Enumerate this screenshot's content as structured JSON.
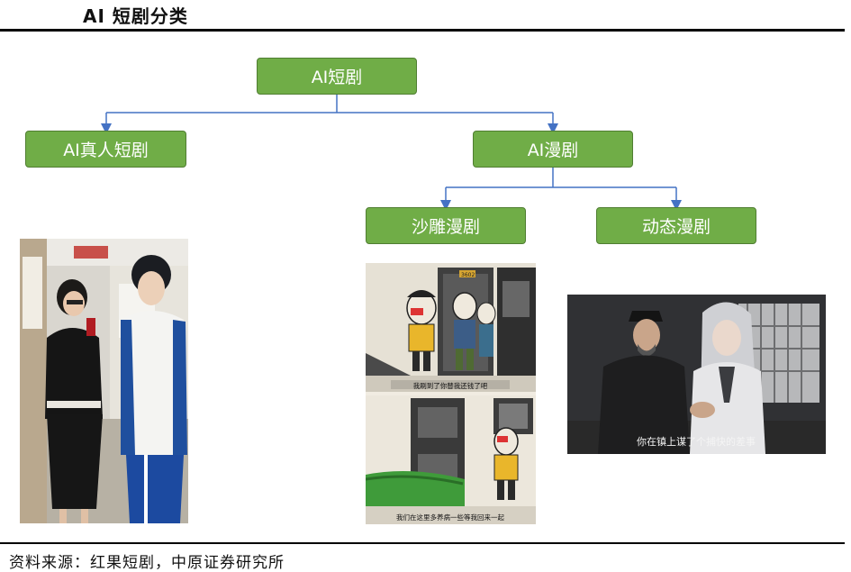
{
  "header": {
    "title": "AI 短剧分类"
  },
  "footer": {
    "source": "资料来源：红果短剧，中原证券研究所"
  },
  "diagram": {
    "root": "AI短剧",
    "level1": [
      "AI真人短剧",
      "AI漫剧"
    ],
    "level2": [
      "沙雕漫剧",
      "动态漫剧"
    ]
  },
  "images": {
    "sandiao_top_caption": "我刷到了你替我还钱了吧",
    "sandiao_bottom_caption": "我们在这里多养病一些等我回来一起",
    "sandiao_door_number": "3602",
    "dynamic_caption": "你在镇上谋了个捕快的差事"
  },
  "colors": {
    "node_fill": "#70ad47",
    "node_border": "#507e32",
    "connector": "#4472c4"
  }
}
